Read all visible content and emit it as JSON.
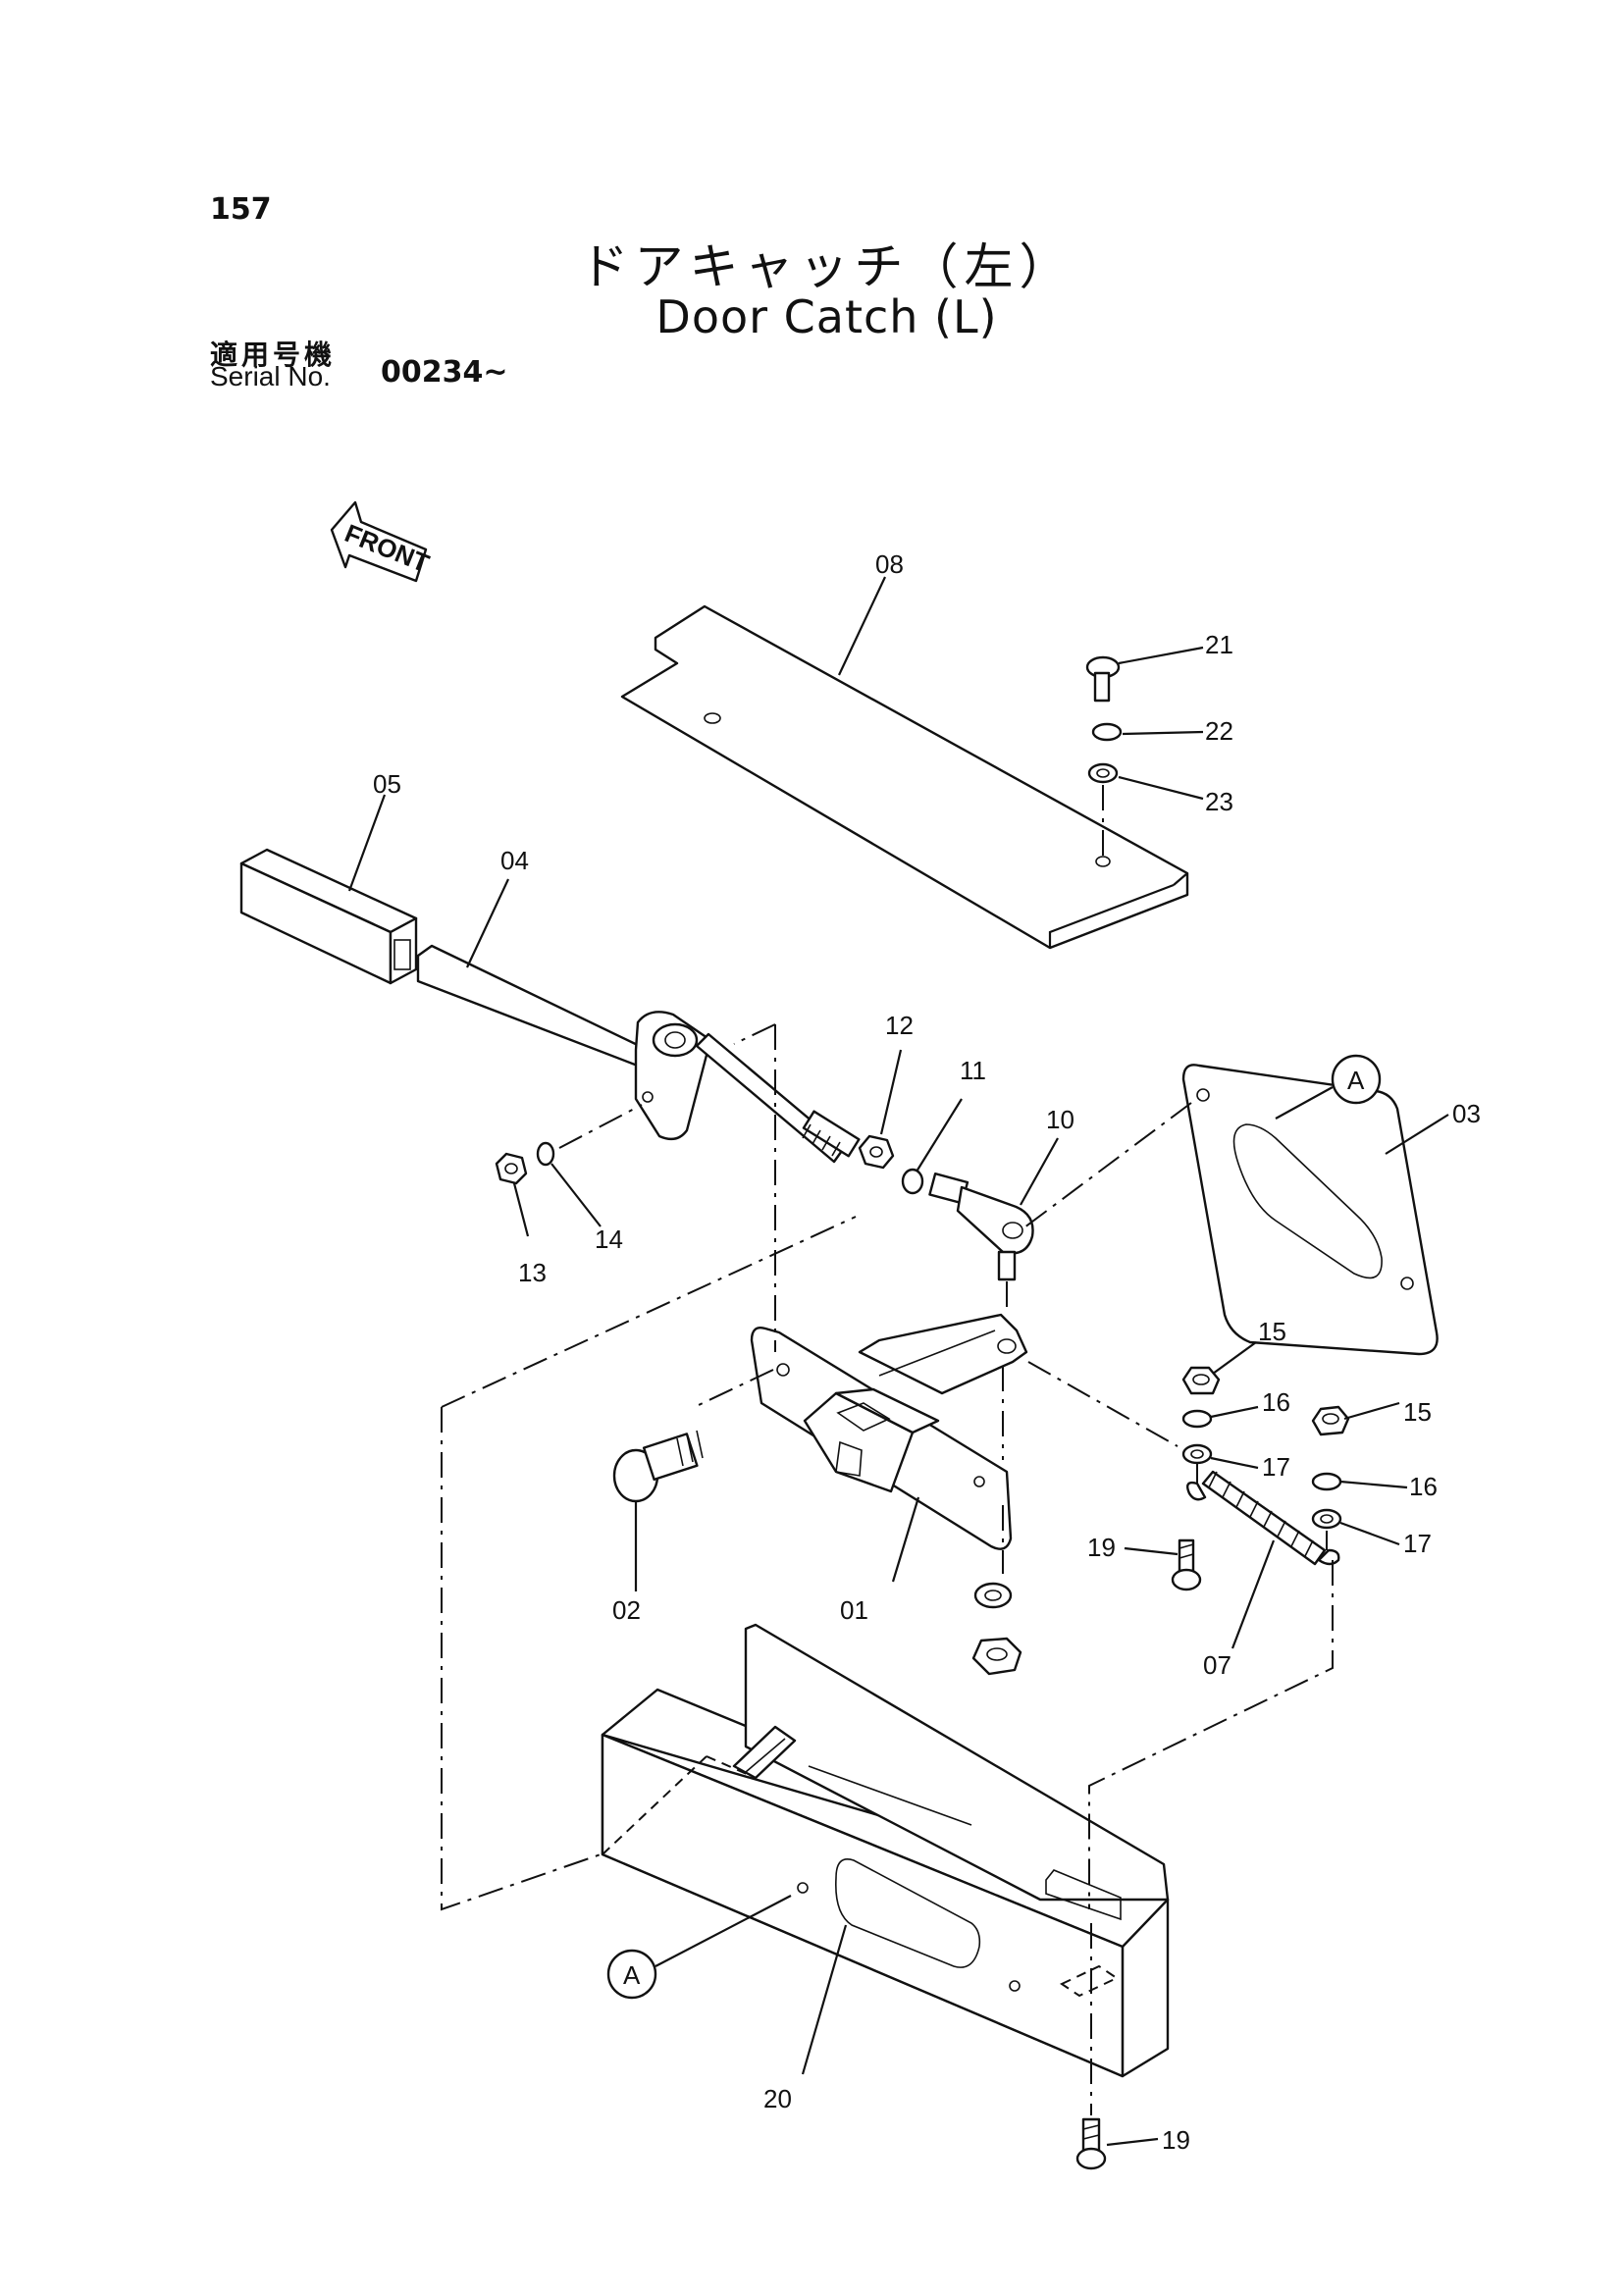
{
  "page": {
    "number": "157"
  },
  "title": {
    "japanese": "ドアキャッチ（左）",
    "english": "Door Catch (L)"
  },
  "serial": {
    "label_japanese": "適用号機",
    "label_english": "Serial No.",
    "value": "00234~"
  },
  "front_marker": {
    "label": "FRONT"
  },
  "detail_marker": {
    "label": "A"
  },
  "callouts": {
    "c01": "01",
    "c02": "02",
    "c03": "03",
    "c04": "04",
    "c05": "05",
    "c07": "07",
    "c08": "08",
    "c10": "10",
    "c11": "11",
    "c12": "12",
    "c13": "13",
    "c14": "14",
    "c15a": "15",
    "c15b": "15",
    "c16a": "16",
    "c16b": "16",
    "c17a": "17",
    "c17b": "17",
    "c19a": "19",
    "c19b": "19",
    "c20": "20",
    "c21": "21",
    "c22": "22",
    "c23": "23"
  }
}
